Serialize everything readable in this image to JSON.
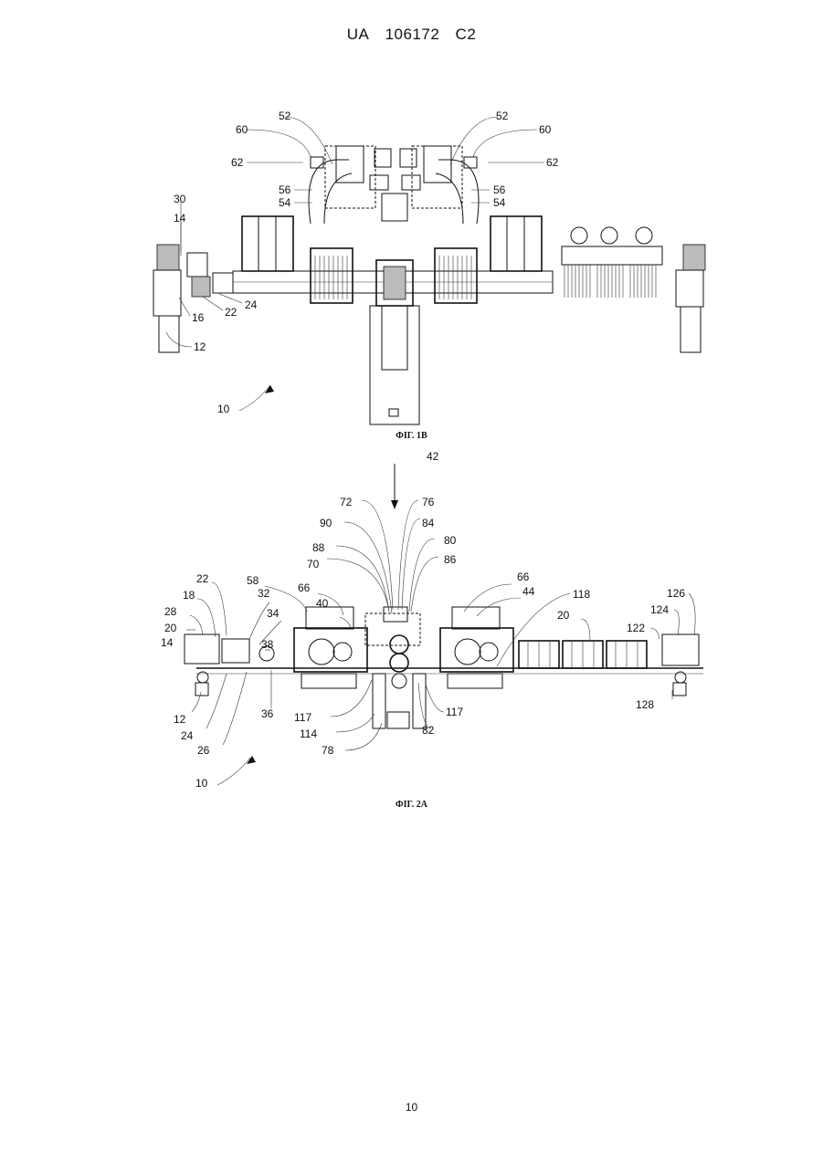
{
  "header": {
    "country": "UA",
    "number": "106172",
    "kind": "C2"
  },
  "figures": [
    {
      "caption": "ФІГ. 1В",
      "reference": "10",
      "labels": [
        "52",
        "60",
        "62",
        "56",
        "54",
        "30",
        "14",
        "24",
        "22",
        "16",
        "12",
        "52",
        "60",
        "62",
        "56",
        "54"
      ]
    },
    {
      "caption": "ФІГ. 2А",
      "reference": "10",
      "labels": [
        "42",
        "72",
        "76",
        "90",
        "84",
        "88",
        "80",
        "70",
        "86",
        "58",
        "66",
        "40",
        "22",
        "18",
        "32",
        "28",
        "34",
        "20",
        "14",
        "38",
        "12",
        "24",
        "26",
        "36",
        "117",
        "114",
        "78",
        "82",
        "117",
        "66",
        "44",
        "118",
        "20",
        "126",
        "124",
        "122",
        "128"
      ]
    }
  ],
  "page_number": "10"
}
